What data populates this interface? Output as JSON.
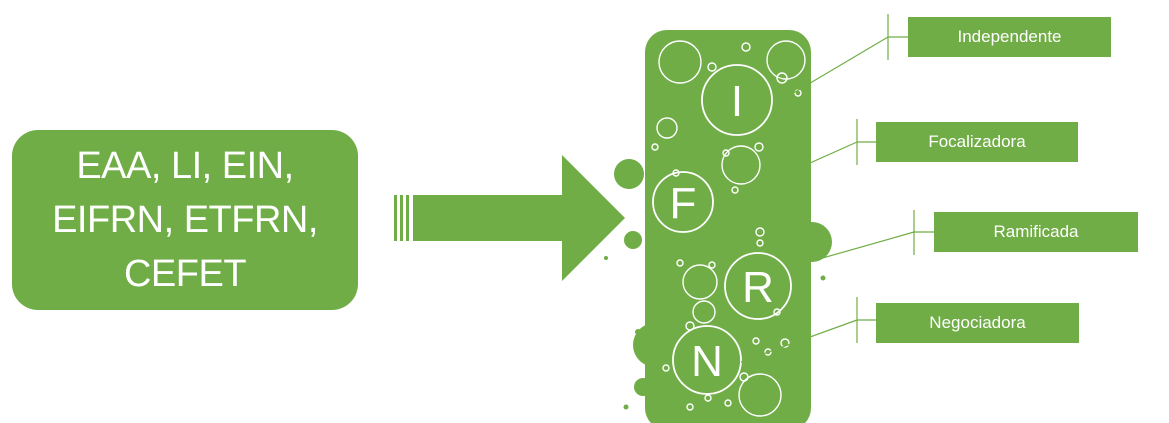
{
  "source_box": {
    "lines": [
      "EAA, LI, EIN,",
      "EIFRN, ETFRN,",
      "CEFET"
    ]
  },
  "letters": [
    "I",
    "F",
    "R",
    "N"
  ],
  "labels": [
    "Independente",
    "Focalizadora",
    "Ramificada",
    "Negociadora"
  ],
  "colors": {
    "green": "#70ad47",
    "white": "#ffffff"
  }
}
